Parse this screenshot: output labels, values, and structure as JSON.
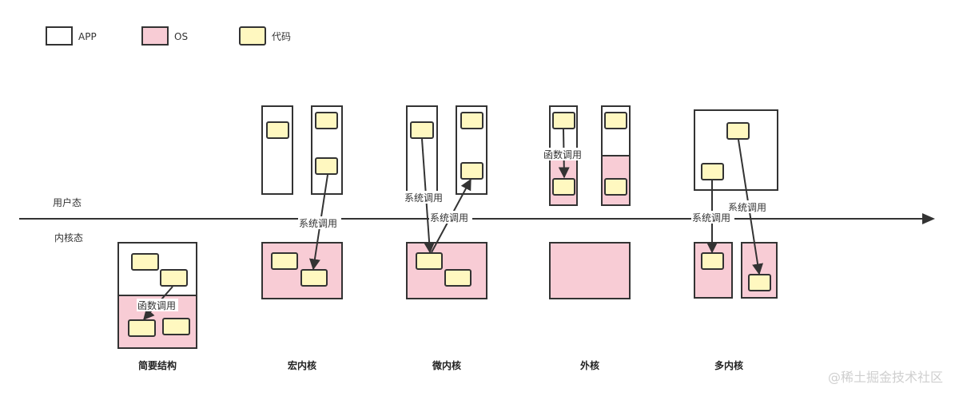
{
  "legend": [
    {
      "label": "APP",
      "kind": "app"
    },
    {
      "label": "OS",
      "kind": "os"
    },
    {
      "label": "代码",
      "kind": "code"
    }
  ],
  "zones": {
    "user": "用户态",
    "kernel": "内核态"
  },
  "calls": {
    "func": "函数调用",
    "syscall": "系统调用"
  },
  "architectures": [
    {
      "id": "simple",
      "title": "简要结构"
    },
    {
      "id": "macro",
      "title": "宏内核"
    },
    {
      "id": "micro",
      "title": "微内核"
    },
    {
      "id": "exo",
      "title": "外核"
    },
    {
      "id": "multi",
      "title": "多内核"
    }
  ],
  "colors": {
    "app": "#ffffff",
    "os": "#f8ccd5",
    "code": "#fff8c0",
    "line": "#333333"
  },
  "watermark": "@稀土掘金技术社区"
}
